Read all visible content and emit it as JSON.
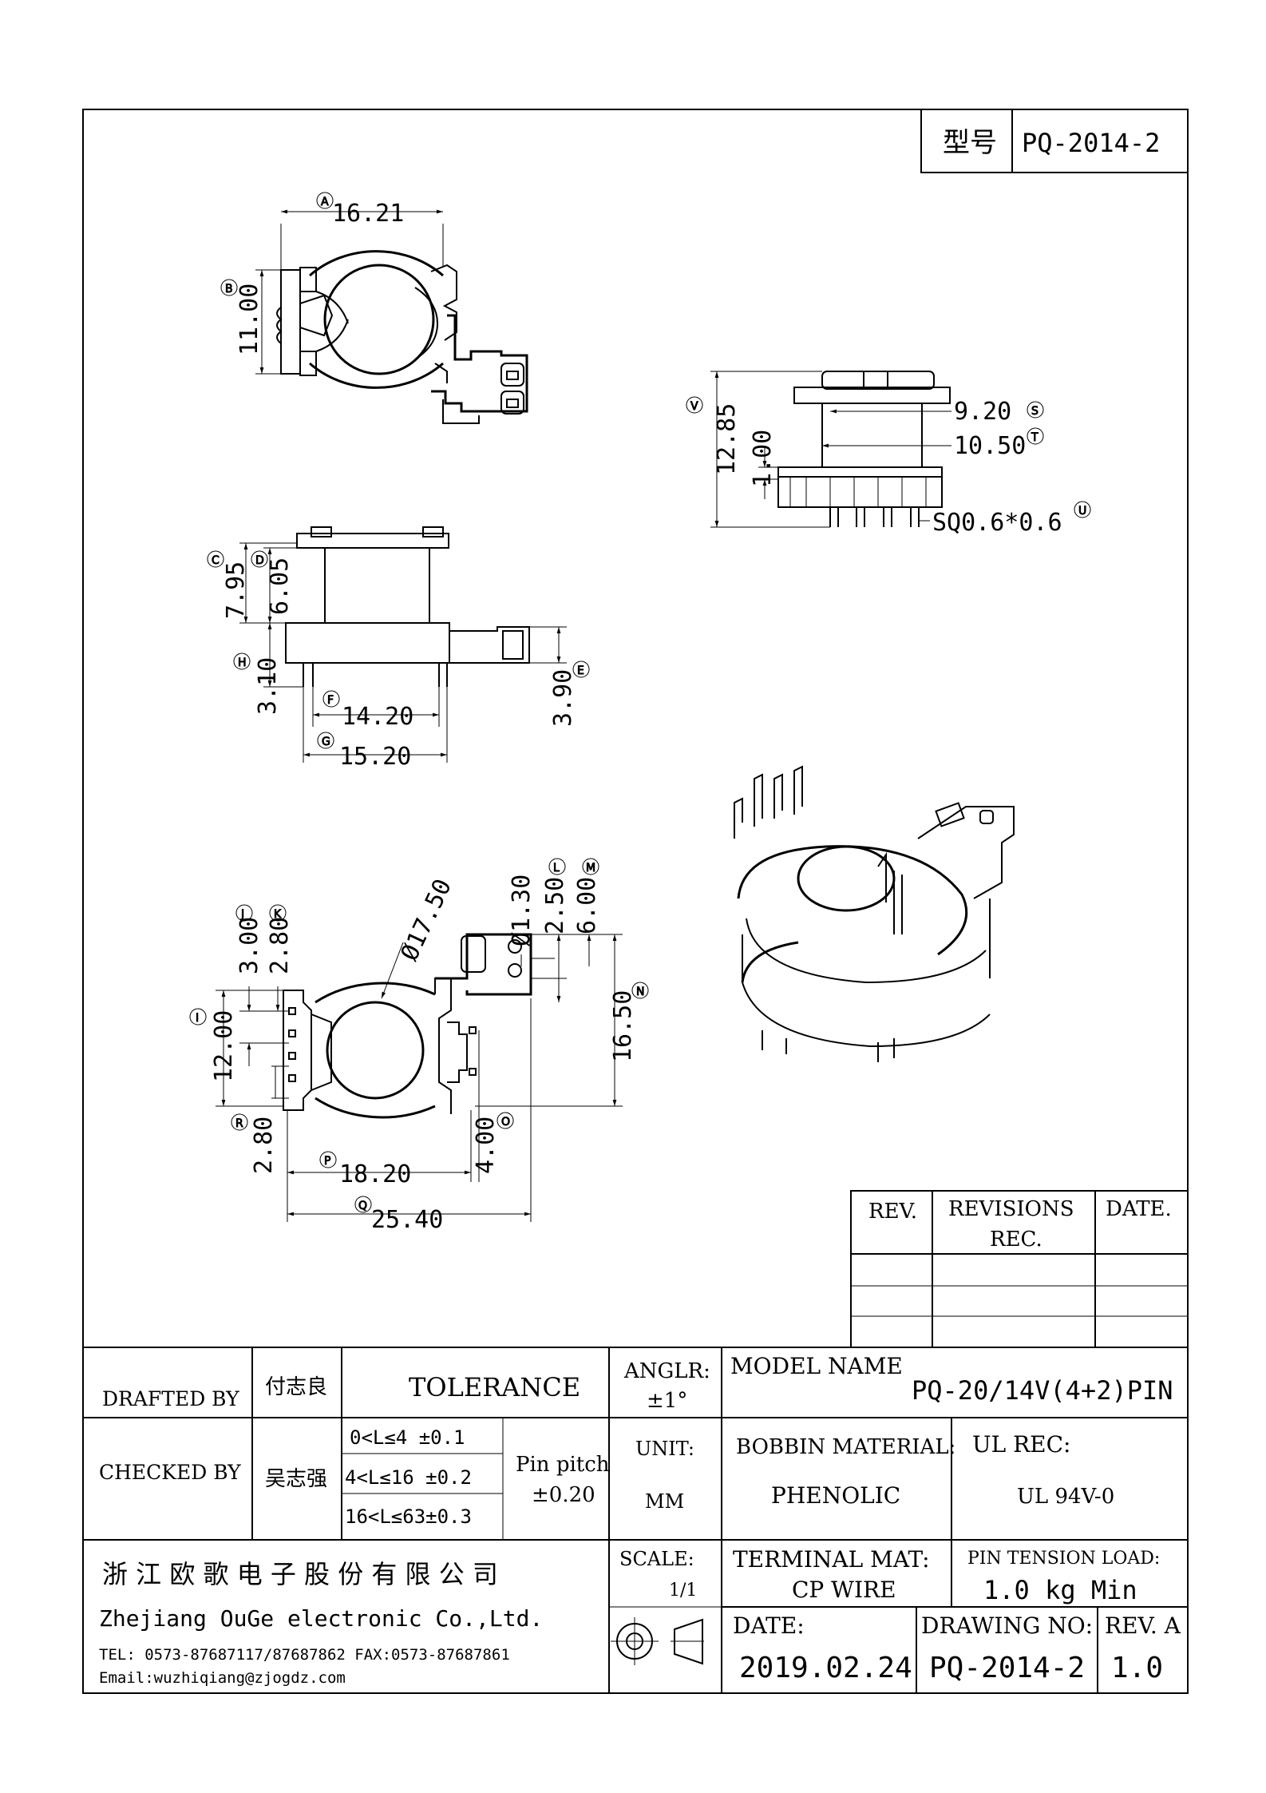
{
  "model_type": {
    "label": "型号",
    "value": "PQ-2014-2"
  },
  "dimensions": {
    "top_view": {
      "A": "16.21",
      "B": "11.00"
    },
    "side_right": {
      "V": "12.85",
      "S": "9.20",
      "T": "10.50",
      "one": "1.00",
      "U": "SQ0.6*0.6"
    },
    "front_view": {
      "C": "7.95",
      "D": "6.05",
      "H": "3.10",
      "E": "3.90",
      "F": "14.20",
      "G": "15.20"
    },
    "bottom_view": {
      "dia": "Ø17.50",
      "pin_dia": "Ø1.30",
      "L": "2.50",
      "M": "6.00",
      "J": "3.00",
      "K": "2.80",
      "I": "12.00",
      "N": "16.50",
      "R": "2.80",
      "O": "4.00",
      "P": "18.20",
      "Q": "25.40"
    }
  },
  "balloons": [
    "A",
    "B",
    "C",
    "D",
    "E",
    "F",
    "G",
    "H",
    "I",
    "J",
    "K",
    "L",
    "M",
    "N",
    "O",
    "P",
    "Q",
    "R",
    "S",
    "T",
    "U",
    "V"
  ],
  "revisions": {
    "rev_label": "REV.",
    "rev_rec_label": "REVISIONS REC.",
    "date_label": "DATE."
  },
  "title_block": {
    "drafted_by_label": "DRAFTED BY",
    "drafted_by": "付志良",
    "checked_by_label": "CHECKED BY",
    "checked_by": "吴志强",
    "tolerance_label": "TOLERANCE",
    "tolerance_rows": [
      "0<L≤4 ±0.1",
      "4<L≤16 ±0.2",
      "16<L≤63±0.3"
    ],
    "pin_pitch_label": "Pin pitch",
    "pin_pitch_value": "±0.20",
    "angle_label": "ANGLR:",
    "angle_value": "±1°",
    "unit_label": "UNIT:",
    "unit_value": "MM",
    "scale_label": "SCALE:",
    "scale_value": "1/1",
    "model_name_label": "MODEL NAME",
    "model_name": "PQ-20/14V(4+2)PIN",
    "bobbin_material_label": "BOBBIN MATERIAL:",
    "bobbin_material": "PHENOLIC",
    "ul_rec_label": "UL REC:",
    "ul_rec": "UL 94V-0",
    "terminal_mat_label": "TERMINAL MAT:",
    "terminal_mat": "CP WIRE",
    "pin_tension_label": "PIN TENSION LOAD:",
    "pin_tension": "1.0 kg Min",
    "date_label": "DATE:",
    "date": "2019.02.24",
    "drawing_no_label": "DRAWING NO:",
    "drawing_no": "PQ-2014-2",
    "rev_label": "REV. A",
    "rev": "1.0",
    "company_cn": "浙 江 欧 歌 电 子 股 份 有 限 公 司",
    "company_en": "Zhejiang OuGe electronic Co.,Ltd.",
    "tel_fax": "TEL: 0573-87687117/87687862  FAX:0573-87687861",
    "email": "Email:wuzhiqiang@zjogdz.com"
  }
}
